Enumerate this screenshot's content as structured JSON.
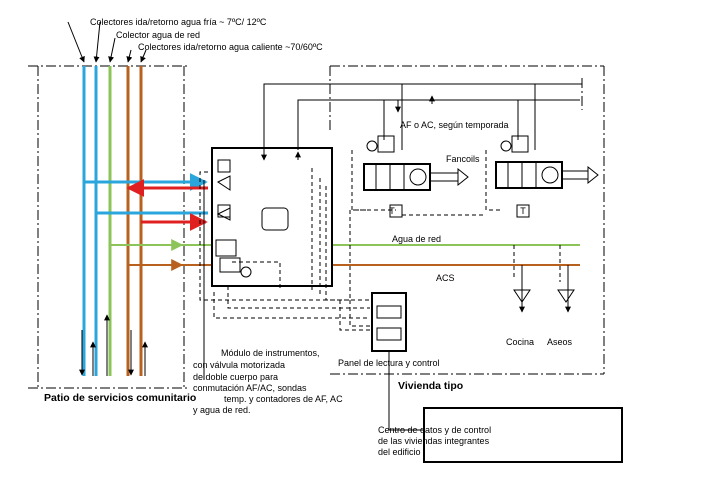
{
  "labels": {
    "colectores_fria": "Colectores ida/retorno agua fría  ~  7ºC/ 12ºC",
    "colector_red": "Colector agua de red",
    "colectores_caliente": "Colectores ida/retorno agua caliente ~70/60ºC",
    "af_ac": "AF o AC, según temporada",
    "fancoils": "Fancoils",
    "agua_de_red": "Agua de red",
    "acs": "ACS",
    "cocina": "Cocina",
    "aseos": "Aseos",
    "vivienda_tipo": "Vivienda tipo",
    "panel": "Panel de lectura y control",
    "patio": "Patio de servicios comunitario",
    "thermostat": "T",
    "modulo_lines": [
      "Módulo de instrumentos,",
      "con válvula motorizada",
      "de doble cuerpo  para",
      "conmutación  AF/AC, sondas",
      "temp. y contadores de AF, AC",
      "y agua de red."
    ],
    "centro_lines": [
      "Centro de datos  y de control",
      "de las viviendas integrantes",
      "del edificio"
    ]
  },
  "colors": {
    "cold_water": "#2aa6dc",
    "network_water": "#8cc45a",
    "hot_water": "#b8611e",
    "flow_red": "#e02020",
    "line": "#000000"
  }
}
